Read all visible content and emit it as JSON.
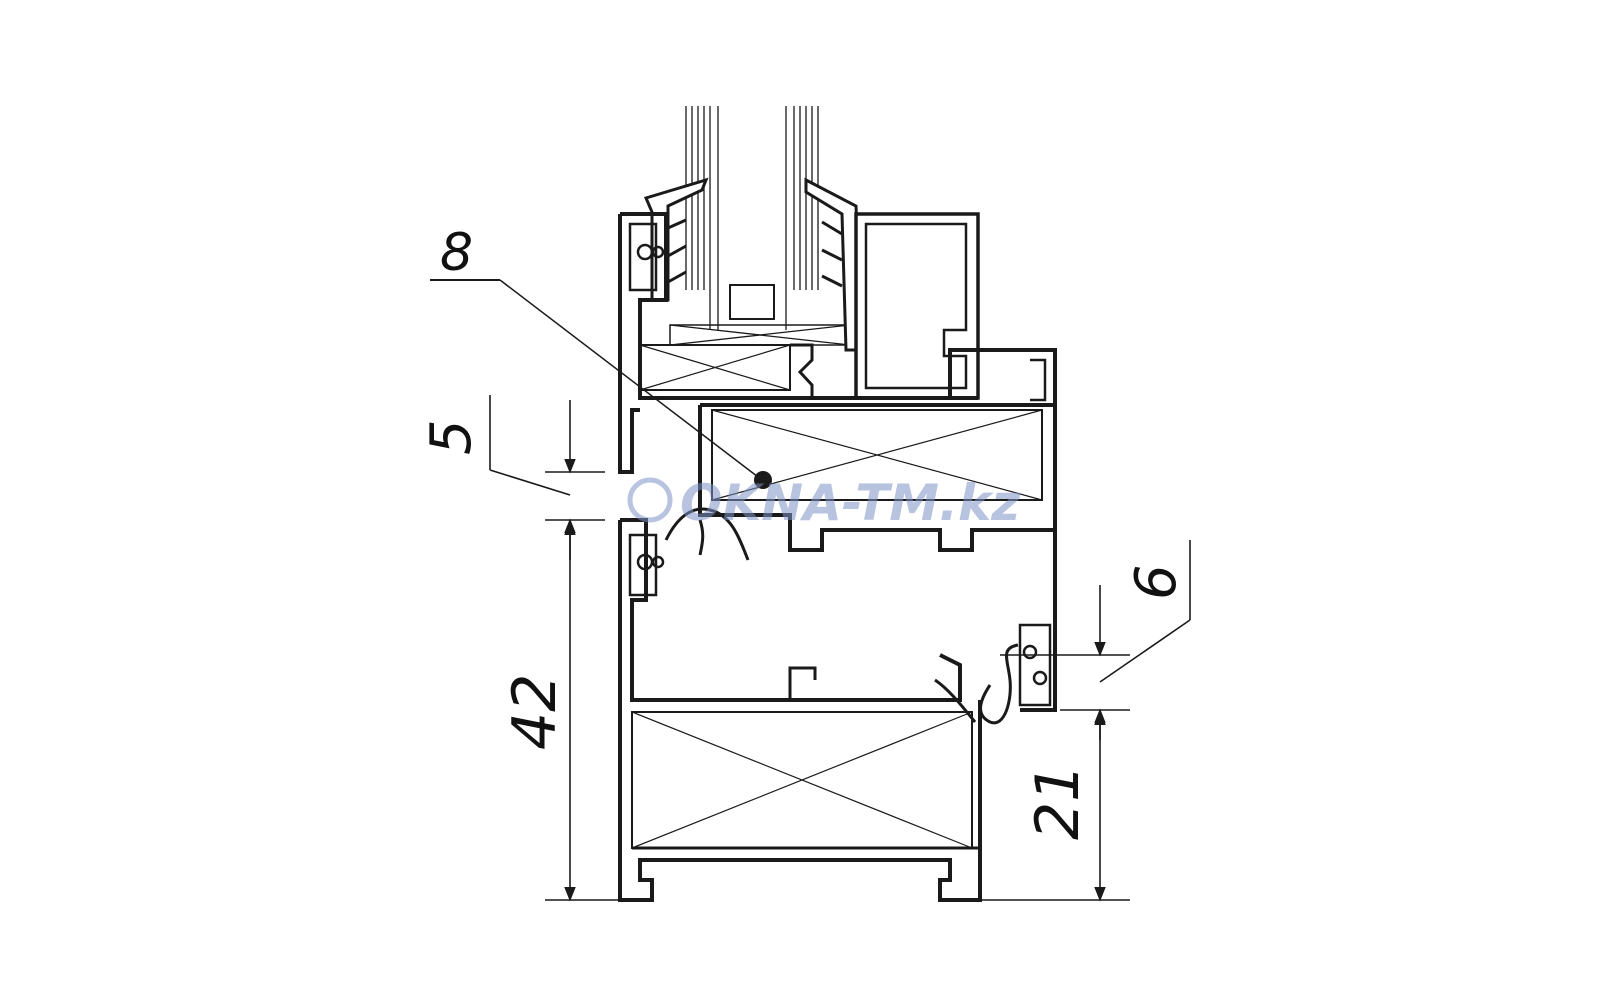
{
  "drawing": {
    "callout": "8",
    "dimensions": {
      "gap": "5",
      "sash_height": "42",
      "overlap": "6",
      "frame_height": "21"
    },
    "watermark": "OKNA-TM.kz",
    "colors": {
      "line": "#1a1a1a",
      "profile_fill": "#ffffff",
      "watermark": "#7f93c8",
      "background": "#ffffff"
    }
  }
}
